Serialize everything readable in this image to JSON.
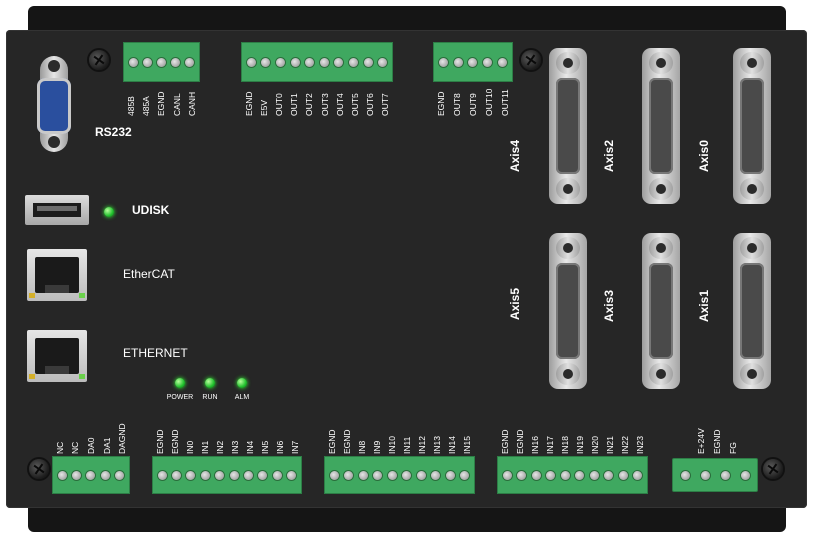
{
  "ports": {
    "rs232": "RS232",
    "udisk": "UDISK",
    "ethercat": "EtherCAT",
    "ethernet": "ETHERNET"
  },
  "leds": {
    "power": "POWER",
    "run": "RUN",
    "alm": "ALM"
  },
  "axes": {
    "axis4": "Axis4",
    "axis2": "Axis2",
    "axis0": "Axis0",
    "axis5": "Axis5",
    "axis3": "Axis3",
    "axis1": "Axis1"
  },
  "top_terminals": {
    "can": [
      "485B",
      "485A",
      "EGND",
      "CANL",
      "CANH"
    ],
    "out_a": [
      "EGND",
      "E5V",
      "OUT0",
      "OUT1",
      "OUT2",
      "OUT3",
      "OUT4",
      "OUT5",
      "OUT6",
      "OUT7"
    ],
    "out_b": [
      "EGND",
      "OUT8",
      "OUT9",
      "OUT10",
      "OUT11"
    ]
  },
  "bottom_terminals": {
    "da": [
      "NC",
      "NC",
      "DA0",
      "DA1",
      "DAGND"
    ],
    "in_a": [
      "EGND",
      "EGND",
      "IN0",
      "IN1",
      "IN2",
      "IN3",
      "IN4",
      "IN5",
      "IN6",
      "IN7"
    ],
    "in_b": [
      "EGND",
      "EGND",
      "IN8",
      "IN9",
      "IN10",
      "IN11",
      "IN12",
      "IN13",
      "IN14",
      "IN15"
    ],
    "in_c": [
      "EGND",
      "EGND",
      "IN16",
      "IN17",
      "IN18",
      "IN19",
      "IN20",
      "IN21",
      "IN22",
      "IN23"
    ],
    "power": [
      "E+24V",
      "EGND",
      "FG"
    ]
  },
  "colors": {
    "body": "#262626",
    "terminal_green": "#3fa860",
    "led_green": "#1fbf2c",
    "connector_blue": "#2a4f9e"
  }
}
